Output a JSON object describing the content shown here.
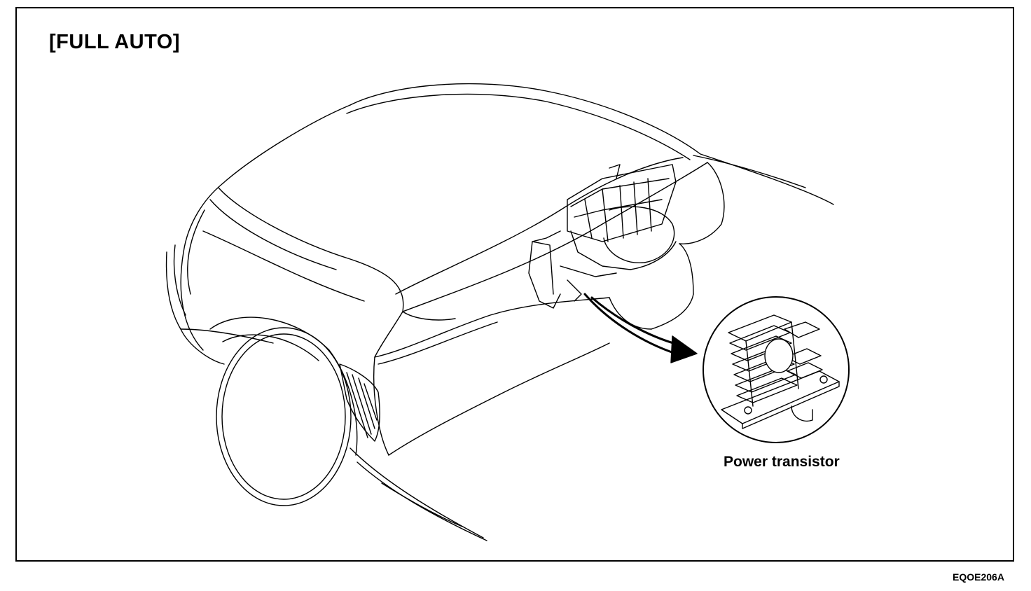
{
  "diagram": {
    "title": "[FULL AUTO]",
    "callout_label": "Power transistor",
    "figure_code": "EQOE206A"
  }
}
